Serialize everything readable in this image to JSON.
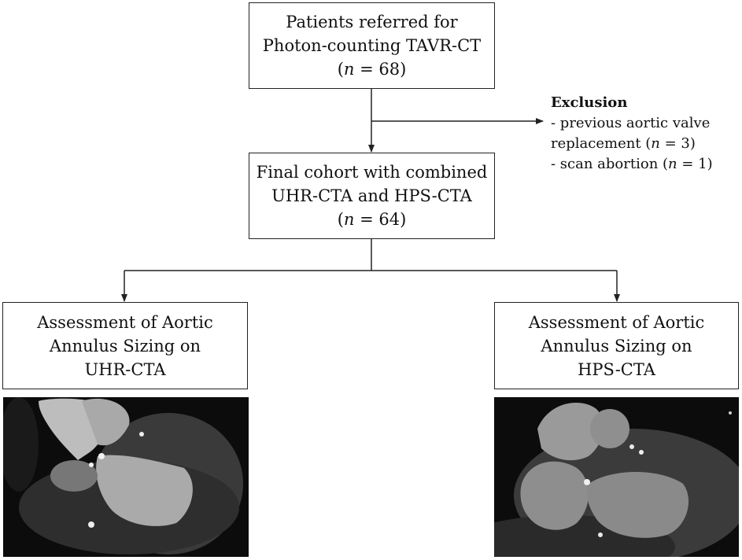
{
  "boxes": {
    "referred": {
      "line1": "Patients referred for",
      "line2": "Photon-counting TAVR-CT",
      "n_prefix": "(",
      "n_symbol": "n",
      "n_value": " = 68)"
    },
    "cohort": {
      "line1": "Final cohort with combined",
      "line2": "UHR-CTA and HPS-CTA",
      "n_prefix": "(",
      "n_symbol": "n",
      "n_value": " = 64)"
    },
    "uhr": {
      "line1": "Assessment of Aortic",
      "line2": "Annulus Sizing on",
      "line3": "UHR-CTA"
    },
    "hps": {
      "line1": "Assessment of Aortic",
      "line2": "Annulus Sizing on",
      "line3": "HPS-CTA"
    }
  },
  "exclusion": {
    "title": "Exclusion",
    "item1_text": "- previous aortic valve",
    "item1_cont": "replacement (",
    "item1_n": "n",
    "item1_value": " = 3)",
    "item2_text": "- scan abortion (",
    "item2_n": "n",
    "item2_value": " = 1)"
  }
}
